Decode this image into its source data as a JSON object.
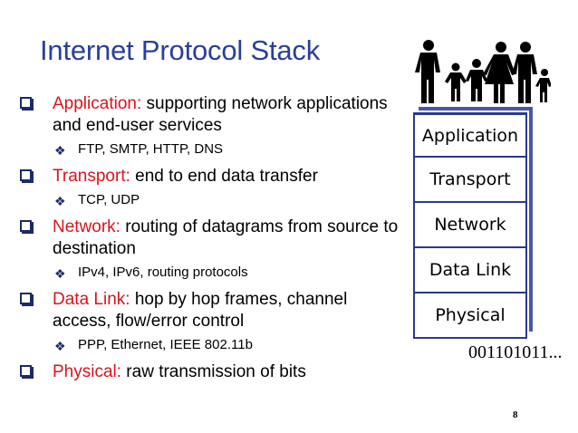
{
  "title": "Internet Protocol Stack",
  "items": [
    {
      "key": "Application:",
      "text": " supporting network applications and end-user services",
      "sub": "FTP, SMTP, HTTP, DNS"
    },
    {
      "key": "Transport:",
      "text": " end to end data transfer",
      "sub": "TCP, UDP"
    },
    {
      "key": "Network:",
      "text": " routing of datagrams from source to destination",
      "sub": "IPv4, IPv6, routing protocols"
    },
    {
      "key": "Data Link:",
      "text": " hop by hop frames, channel access, flow/error control",
      "sub": "PPP, Ethernet, IEEE 802.11b"
    },
    {
      "key": "Physical:",
      "text": " raw transmission of bits",
      "sub": ""
    }
  ],
  "stack": [
    "Application",
    "Transport",
    "Network",
    "Data Link",
    "Physical"
  ],
  "bits": "001101011...",
  "page_number": "8",
  "colors": {
    "title": "#2a3f9a",
    "keyword": "#d8141c",
    "stack_border": "#2c3a8a"
  },
  "icons": {
    "bullet": "checkbox-square-icon",
    "sub_bullet": "diamond-bullet-icon",
    "illustration": "family-silhouette-icon"
  }
}
